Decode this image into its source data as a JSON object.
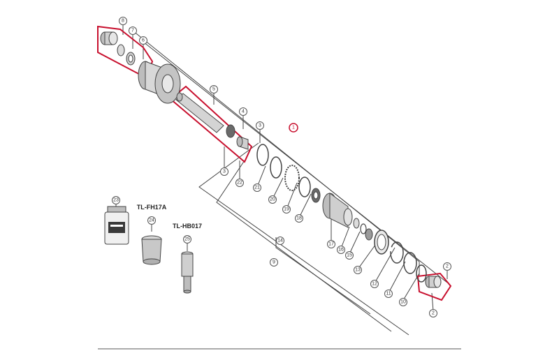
{
  "diagram": {
    "assembly_callout": "1",
    "callouts": [
      "2",
      "2",
      "3",
      "3",
      "4",
      "5",
      "6",
      "7",
      "8",
      "9",
      "10",
      "11",
      "12",
      "13",
      "14",
      "15",
      "16",
      "17",
      "18",
      "19",
      "20",
      "21",
      "22",
      "23",
      "24",
      "25"
    ],
    "tools": [
      {
        "label": "TL-FH17A",
        "callout": "24"
      },
      {
        "label": "TL-HB017",
        "callout": "25"
      }
    ],
    "highlight_color": "#c8102e",
    "line_color": "#444444",
    "part_fill": "#cfcfcf"
  }
}
